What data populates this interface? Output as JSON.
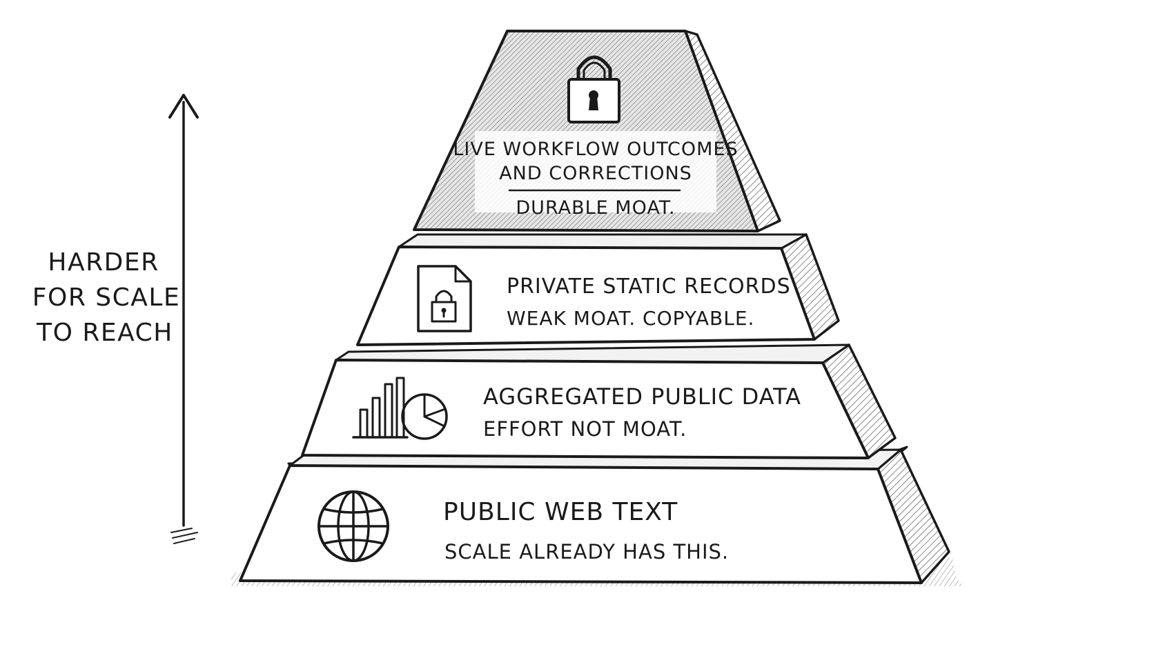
{
  "axis": {
    "label_lines": [
      "Harder",
      "for scale",
      "to reach"
    ]
  },
  "tiers": [
    {
      "id": "top",
      "title_lines": [
        "Live workflow outcomes",
        "and corrections"
      ],
      "subtitle": "Durable moat.",
      "icon": "padlock-icon"
    },
    {
      "id": "private",
      "title": "Private static records",
      "subtitle": "Weak moat. Copyable.",
      "icon": "locked-document-icon"
    },
    {
      "id": "aggregated",
      "title": "Aggregated public data",
      "subtitle": "Effort not moat.",
      "icon": "bar-pie-chart-icon"
    },
    {
      "id": "public",
      "title": "Public web text",
      "subtitle": "Scale already has this.",
      "icon": "globe-icon"
    }
  ],
  "colors": {
    "ink": "#1a1a1a",
    "paper": "#ffffff",
    "top_tier_fill": "#d9d9d9"
  }
}
